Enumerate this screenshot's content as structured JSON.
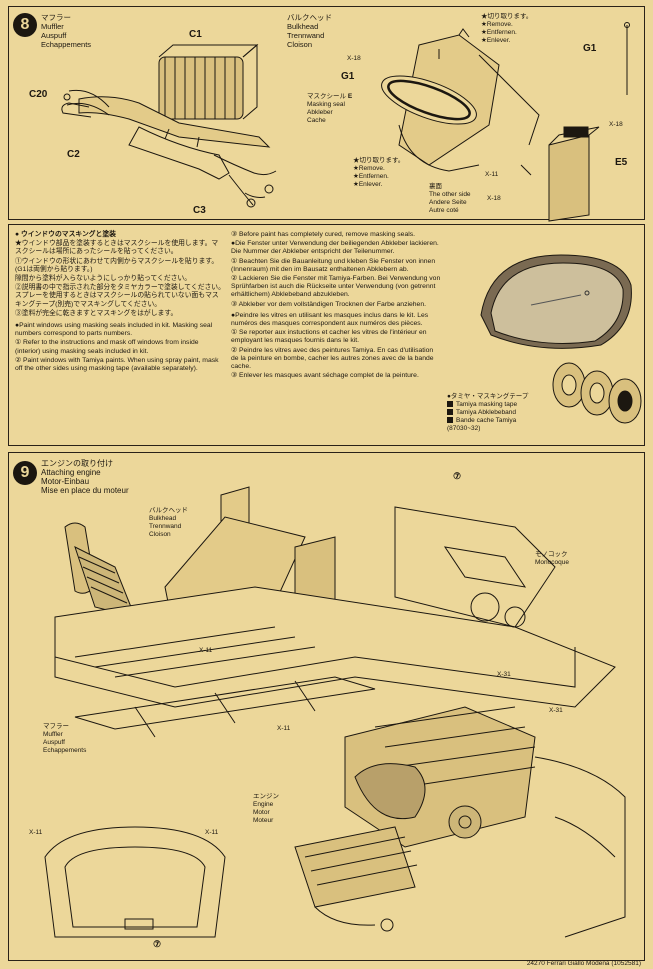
{
  "step8": {
    "number": "8",
    "muffler": [
      "マフラー",
      "Muffler",
      "Auspuff",
      "Echappements"
    ],
    "bulkhead": [
      "バルクヘッド",
      "Bulkhead",
      "Trennwand",
      "Cloison"
    ],
    "cut_off_top": [
      "★切り取ります。",
      "★Remove.",
      "★Entfernen.",
      "★Enlever."
    ],
    "cut_off_bottom": [
      "★切り取ります。",
      "★Remove.",
      "★Entfernen.",
      "★Enlever."
    ],
    "masking_seal": [
      "マスクシール",
      "Masking seal",
      "Abkleber",
      "Cache"
    ],
    "masking_seal_mark": "E",
    "other_side": [
      "裏面",
      "The other side",
      "Andere Seite",
      "Autre coté"
    ],
    "parts": {
      "c1": "C1",
      "c20": "C20",
      "c2": "C2",
      "c3": "C3",
      "g1a": "G1",
      "g1b": "G1",
      "e5": "E5"
    },
    "screws": {
      "x18a": "X-18",
      "x18b": "X-18",
      "x18c": "X-18",
      "x11": "X-11"
    }
  },
  "masking": {
    "title": "ウインドウのマスキングと塗装",
    "jp": [
      "★ウインドウ部品を塗装するときはマスクシールを使用します。マスクシールは場所にあったシールを貼ってください。",
      "①ウインドウの形状にあわせて内側からマスクシールを貼ります。(G1は両側から貼ります。)",
      "隙間から塗料が入らないようにしっかり貼ってください。",
      "②説明書の中で指示された部分をタミヤカラーで塗装してください。スプレーを使用するときはマスクシールの貼られていない面もマスキングテープ(別売)でマスキングしてください。",
      "③塗料が完全に乾きますとマスキングをはがします。"
    ],
    "en": [
      "●Paint windows using masking seals included in kit. Masking seal numbers correspond to parts numbers.",
      "① Refer to the instructions and mask off windows from inside (interior) using masking seals included in kit.",
      "② Paint windows with Tamiya paints. When using spray paint, mask off the other sides using masking tape (available separately)."
    ],
    "en_cont": "③ Before paint has completely cured, remove masking seals.",
    "de": [
      "●Die Fenster unter Verwendung der beiliegenden Abkleber lackieren. Die Nummer der Abkleber entspricht der Teilenummer.",
      "① Beachten Sie die Bauanleitung und kleben Sie Fenster von innen (Innenraum) mit den im Bausatz enthaltenen Abklebern ab.",
      "② Lackieren Sie die Fenster mit Tamiya-Farben. Bei Verwendung von Sprühfarben ist auch die Rückseite unter Verwendung (von getrennt erhältlichem) Abklebeband abzukleben.",
      "③ Abkleber vor dem vollständigen Trocknen der Farbe anziehen."
    ],
    "fr": [
      "●Peindre les vitres en utilisant les masques inclus dans le kit. Les numéros des masques correspondent aux numéros des pièces.",
      "① Se reporter aux instuctions et cacher les vitres de l'intérieur en employant les masques fournis dans le kit.",
      "② Peindre les vitres avec des peintures Tamiya. En cas d'utilisation de la peinture en bombe, cacher les autres zones avec de la bande cache.",
      "③ Enlever les masques avant séchage complet de la peinture."
    ],
    "tape": [
      "●タミヤ・マスキングテープ",
      "Tamiya masking tape",
      "Tamiya Abklebeband",
      "Bande cache Tamiya",
      "(87030~32)"
    ]
  },
  "step9": {
    "number": "9",
    "title": [
      "エンジンの取り付け",
      "Attaching engine",
      "Motor-Einbau",
      "Mise en place du moteur"
    ],
    "bulkhead": [
      "バルクヘッド",
      "Bulkhead",
      "Trennwand",
      "Cloison"
    ],
    "monocoque": [
      "モノコック",
      "Monocoque"
    ],
    "muffler": [
      "マフラー",
      "Muffler",
      "Auspuff",
      "Echappements"
    ],
    "engine": [
      "エンジン",
      "Engine",
      "Motor",
      "Moteur"
    ],
    "screws": {
      "x11a": "X-11",
      "x11b": "X-11",
      "x11c": "X-11",
      "x11d": "X-11",
      "x31a": "X-31",
      "x31b": "X-31"
    },
    "marks": {
      "a": "⑦",
      "b": "⑦"
    }
  },
  "footer": "24270  Ferrari Giallo Modena (1052581)"
}
